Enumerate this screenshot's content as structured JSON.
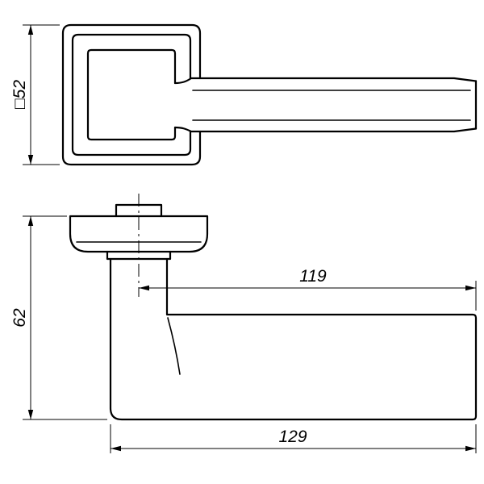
{
  "colors": {
    "line": "#000000",
    "background": "#ffffff"
  },
  "dimensions": {
    "square_size": "□52",
    "projection": "62",
    "length_from_axis": "119",
    "overall_length": "129"
  }
}
